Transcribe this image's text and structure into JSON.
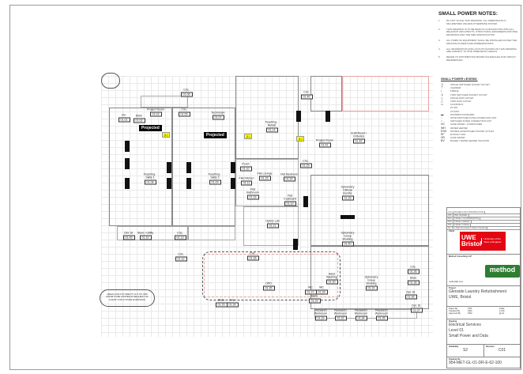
{
  "notes": {
    "title": "SMALL POWER NOTES:",
    "items": [
      {
        "n": "1.",
        "t": "DO NOT SCALE THIS DRAWING. ALL DIMENSIONS IN MILLIMETRES UNLESS OTHERWISE STATED."
      },
      {
        "n": "2.",
        "t": "THIS DRAWING IS TO BE READ IN CONJUNCTION WITH ALL RELEVANT ARCHITECTS, STRUCTURAL ENGINEERS AND M&E DRAWINGS AND THE M&E SPECIFICATION."
      },
      {
        "n": "3.",
        "t": "ALL ITEMS OF EQUIPMENT SHALL BE INSTALLED AS PER THE MANUFACTURER'S RECOMMENDATIONS."
      },
      {
        "n": "4.",
        "t": "ALL INFORMATION AND LAYOUTS SHOWN ON THIS DRAWING ARE SUBJECT TO SITE DIMENSION CHECKS."
      },
      {
        "n": "5.",
        "t": "REFER TO DISTRIBUTION BOARD SCHEDULES FOR CIRCUIT REFERENCES."
      }
    ]
  },
  "legend": {
    "title": "SMALL POWER LEGEND:",
    "items": [
      {
        "s": "⏃",
        "t": "SINGLE SWITCHED SOCKET OUTLET"
      },
      {
        "s": "⊤",
        "t": "CLEANER"
      },
      {
        "s": "•",
        "t": "FRIDGE"
      },
      {
        "s": "⏃",
        "t": "TWIN SWITCHED SOCKET OUTLET"
      },
      {
        "s": "△",
        "t": "SINGLE DATA OUTLET"
      },
      {
        "s": "△",
        "t": "TWIN DATA OUTLET"
      },
      {
        "s": "▭",
        "t": "FLOOR BOX"
      },
      {
        "s": "",
        "t": "2X SKT"
      },
      {
        "s": "",
        "t": "2X DATA"
      },
      {
        "s": "▬",
        "t": "DISTRIBUTION BOARD"
      },
      {
        "s": "◌",
        "t": "SPUR SWITCHED FUSE CONNECTION UNIT"
      },
      {
        "s": "○",
        "t": "SWITCHED FUSED CONNECTION UNIT"
      },
      {
        "s": "HC",
        "t": "HAND DRYER / CONDITIONER"
      },
      {
        "s": "WH",
        "t": "WATER HEATER"
      },
      {
        "s": "ESD",
        "t": "DOUBLE UNSWITCHED SOCKET OUTLET"
      },
      {
        "s": "EF",
        "t": "EXTRACT FAN"
      },
      {
        "s": "HD",
        "t": "HAND DRYER"
      },
      {
        "s": "BV",
        "t": "BOILER / WATER HEATER ISOLATOR"
      }
    ]
  },
  "plan": {
    "rooms": [
      {
        "name": "Circ.",
        "num": "01.06"
      },
      {
        "name": "Cln.",
        "num": "01.01"
      },
      {
        "name": "DWC",
        "num": "01.02"
      },
      {
        "name": "Project Room",
        "num": "01.03"
      },
      {
        "name": "Circ.",
        "num": "01.05"
      },
      {
        "name": "Technician",
        "num": "01.07"
      },
      {
        "name": "Teaching - Rehab",
        "num": "01.14"
      },
      {
        "name": "Circ.",
        "num": "01.40"
      },
      {
        "name": "Project Room",
        "num": "01.41"
      },
      {
        "name": "Craft Room / Orthotics",
        "num": "01.42"
      },
      {
        "name": "Teaching - Skills 1",
        "num": "01.08"
      },
      {
        "name": "Teaching - Skills 2",
        "num": "01.09"
      },
      {
        "name": "Porch",
        "num": "01.10"
      },
      {
        "name": "Flat Lounge",
        "num": "01.15"
      },
      {
        "name": "Flat Kitchen",
        "num": "01.11"
      },
      {
        "name": "Flat Bedroom",
        "num": "01.20"
      },
      {
        "name": "Flat Bathroom",
        "num": "01.16"
      },
      {
        "name": "Circ.",
        "num": "01.25"
      },
      {
        "name": "Flat Cupboard",
        "num": "01.19"
      },
      {
        "name": "Optometry Clinical Booths",
        "num": "01.39"
      },
      {
        "name": "Optics Lab",
        "num": "01.21"
      },
      {
        "name": "Optometry Group Working",
        "num": "01.40"
      },
      {
        "name": "Clnr St.",
        "num": "01.45"
      },
      {
        "name": "Store / Utility",
        "num": "01.10"
      },
      {
        "name": "Circ.",
        "num": "01.13"
      },
      {
        "name": "Circ.",
        "num": "01.12"
      },
      {
        "name": "Circ.",
        "num": "01.36"
      },
      {
        "name": "OPD",
        "num": "01.35"
      },
      {
        "name": "Store",
        "num": "01.25"
      },
      {
        "name": "Circ.",
        "num": "01.26"
      },
      {
        "name": "Hand Washing",
        "num": "01.30"
      },
      {
        "name": "Optometry Group Working",
        "num": "01.31"
      },
      {
        "name": "WC",
        "num": "01.27"
      },
      {
        "name": "WC",
        "num": "01.28"
      },
      {
        "name": "DWC",
        "num": "01.29"
      },
      {
        "name": "Research Workroom",
        "num": "01.33"
      },
      {
        "name": "Research Workroom",
        "num": "01.32"
      },
      {
        "name": "Research Workroom",
        "num": "01.34"
      },
      {
        "name": "Research Workroom",
        "num": "01.35"
      },
      {
        "name": "Circ.",
        "num": "01.36"
      },
      {
        "name": "Store",
        "num": "01.38"
      },
      {
        "name": "Opt. St.",
        "num": "01.36"
      },
      {
        "name": "Opt. St.",
        "num": "01.37"
      }
    ],
    "projected": [
      "Projected",
      "Projected"
    ],
    "tags": [
      "[L]",
      "[L]",
      "[L]"
    ],
    "cloud_note": "AREAS FOR FUTURE FIT OUT OF OPD ROOM TO BE COSTED AT REQUEST OF CLIENT/ FOR FUTURE EXPANSION"
  },
  "titleblock": {
    "revisions": [
      "C01",
      "P05",
      "P04",
      "P03",
      "P02"
    ],
    "rev_text": [
      "ISSUED FOR CONSTRUCTION",
      "PRE-TENDER",
      "STAGE 4 COORDINATION",
      "STAGE 4 DRAFT",
      "STAGE 3 ISSUE"
    ],
    "rev_header": "No. Rev  Date  Description  Drawn  Checked",
    "client_label": "Client",
    "client": {
      "big": "UWE Bristol",
      "small": "University of the West of England"
    },
    "consultant": "Method Consulting LLP",
    "method_logo": "method",
    "website": "methodllp.com",
    "project_label": "Project",
    "project": [
      "Glenside Laundry Refurbishment",
      "UWE, Bristol"
    ],
    "meta": [
      {
        "k": "Drawn By",
        "v": "TRS"
      },
      {
        "k": "Checked By",
        "v": "NSD"
      },
      {
        "k": "Approved By",
        "v": "NSD"
      }
    ],
    "scale_label": "Scale",
    "scale": "1:100",
    "paper": "@ A1",
    "drawing_label": "Drawing",
    "drawing": [
      "Electrical Services",
      "Level 01",
      "Small Power and Data"
    ],
    "suitability_label": "Suitability",
    "suitability": "S2",
    "revision_label": "Revision",
    "revision": "C01",
    "drawing_no_label": "Drawing No.",
    "drawing_no": "954-MET-GL-01-DR-E-62-100"
  }
}
